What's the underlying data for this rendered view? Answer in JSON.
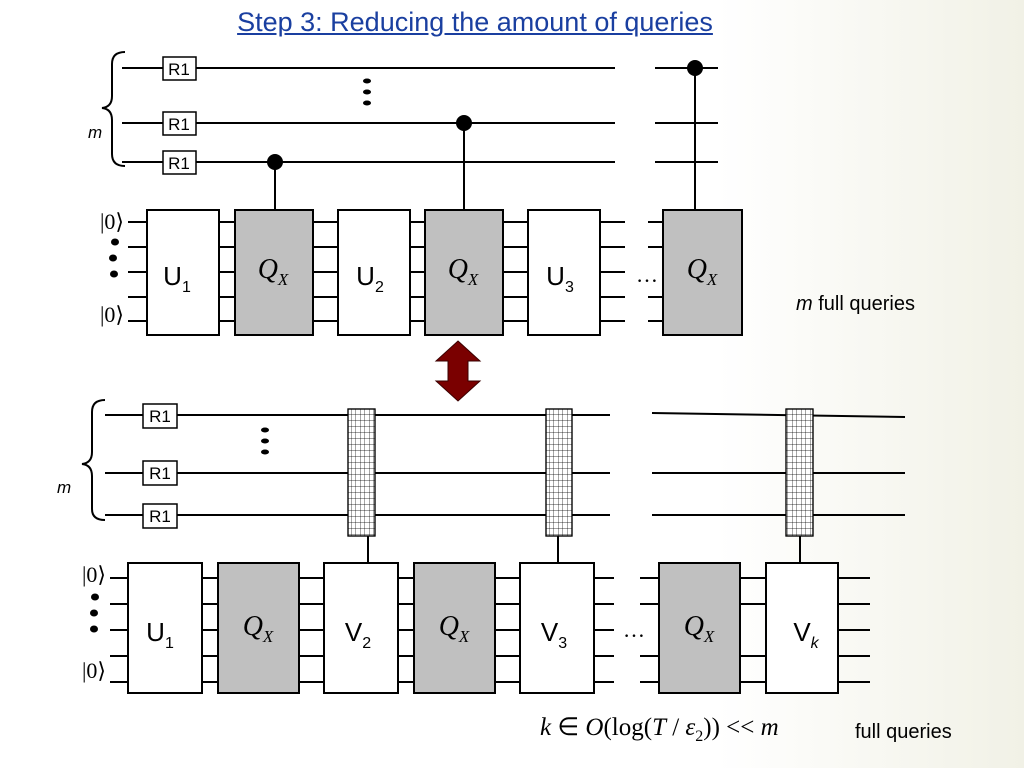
{
  "title": "Step 3: Reducing the amount of queries",
  "colors": {
    "title": "#1a3fa0",
    "gate_gray": "#c0c0c0",
    "arrow": "#7a0000"
  },
  "top_circuit": {
    "register_label": "m",
    "r1_label": "R1",
    "ket0": "|0⟩",
    "gates": {
      "u1": "U",
      "u2": "U",
      "u3": "U",
      "qx": "Q",
      "qx_sub": "X"
    },
    "subs": {
      "u1": "1",
      "u2": "2",
      "u3": "3"
    },
    "ellipsis": "…",
    "note_var": "m",
    "note_text": " full queries"
  },
  "bottom_circuit": {
    "register_label": "m",
    "r1_label": "R1",
    "ket0": "|0⟩",
    "gates": {
      "u1": "U",
      "v2": "V",
      "v3": "V",
      "vk": "V",
      "qx": "Q",
      "qx_sub": "X"
    },
    "subs": {
      "u1": "1",
      "v2": "2",
      "v3": "3",
      "vk": "k"
    },
    "ellipsis": "…"
  },
  "bottom_formula": {
    "k": "k",
    "in": " ∈ ",
    "O": "O",
    "log": "(log(",
    "T": "T",
    "slash": " / ",
    "eps": "ε",
    "eps_sub": "2",
    "close": ")) << ",
    "m": "m"
  },
  "bottom_note": "full queries",
  "arrow_icon": "double-headed-arrow-icon"
}
